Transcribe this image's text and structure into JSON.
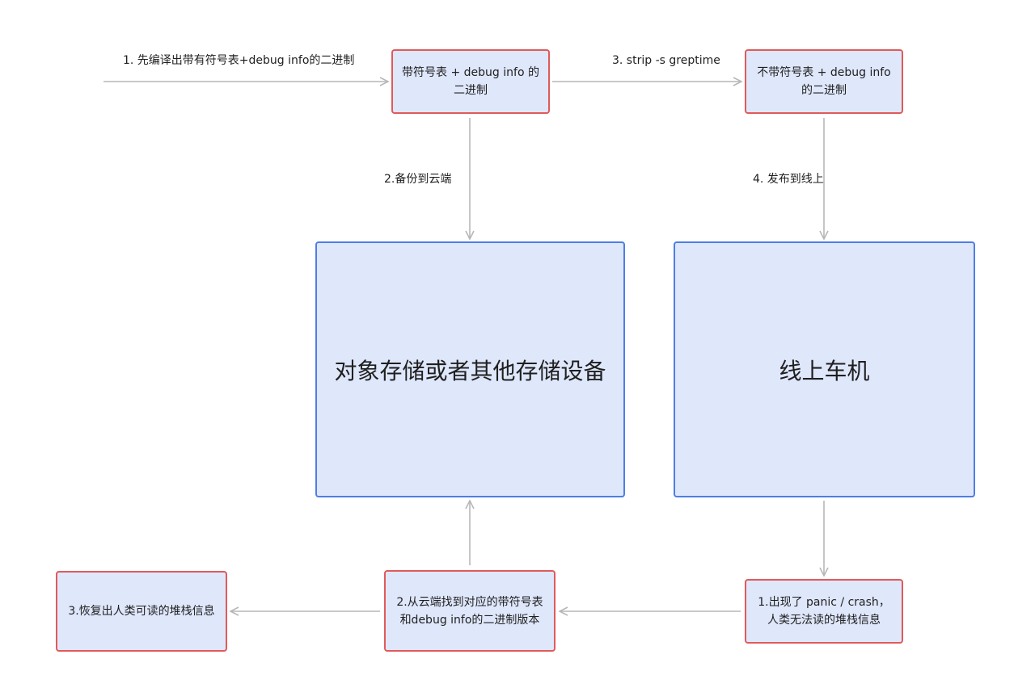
{
  "nodes": {
    "debug_binary": "带符号表 + debug info 的二进制",
    "stripped_binary": "不带符号表 + debug info 的二进制",
    "storage": "对象存储或者其他存储设备",
    "online": "线上车机",
    "panic": "1.出现了 panic / crash，人类无法读的堆栈信息",
    "find_cloud": "2.从云端找到对应的带符号表和debug info的二进制版本",
    "recover": "3.恢复出人类可读的堆栈信息"
  },
  "edges": {
    "compile": "1. 先编译出带有符号表+debug info的二进制",
    "strip": "3. strip -s greptime",
    "backup": "2.备份到云端",
    "publish": "4. 发布到线上"
  },
  "colors": {
    "node_fill": "#dfe7fb",
    "small_node_border": "#e15a5a",
    "large_node_border": "#4d7ee6",
    "arrow": "#b7b7b7"
  }
}
